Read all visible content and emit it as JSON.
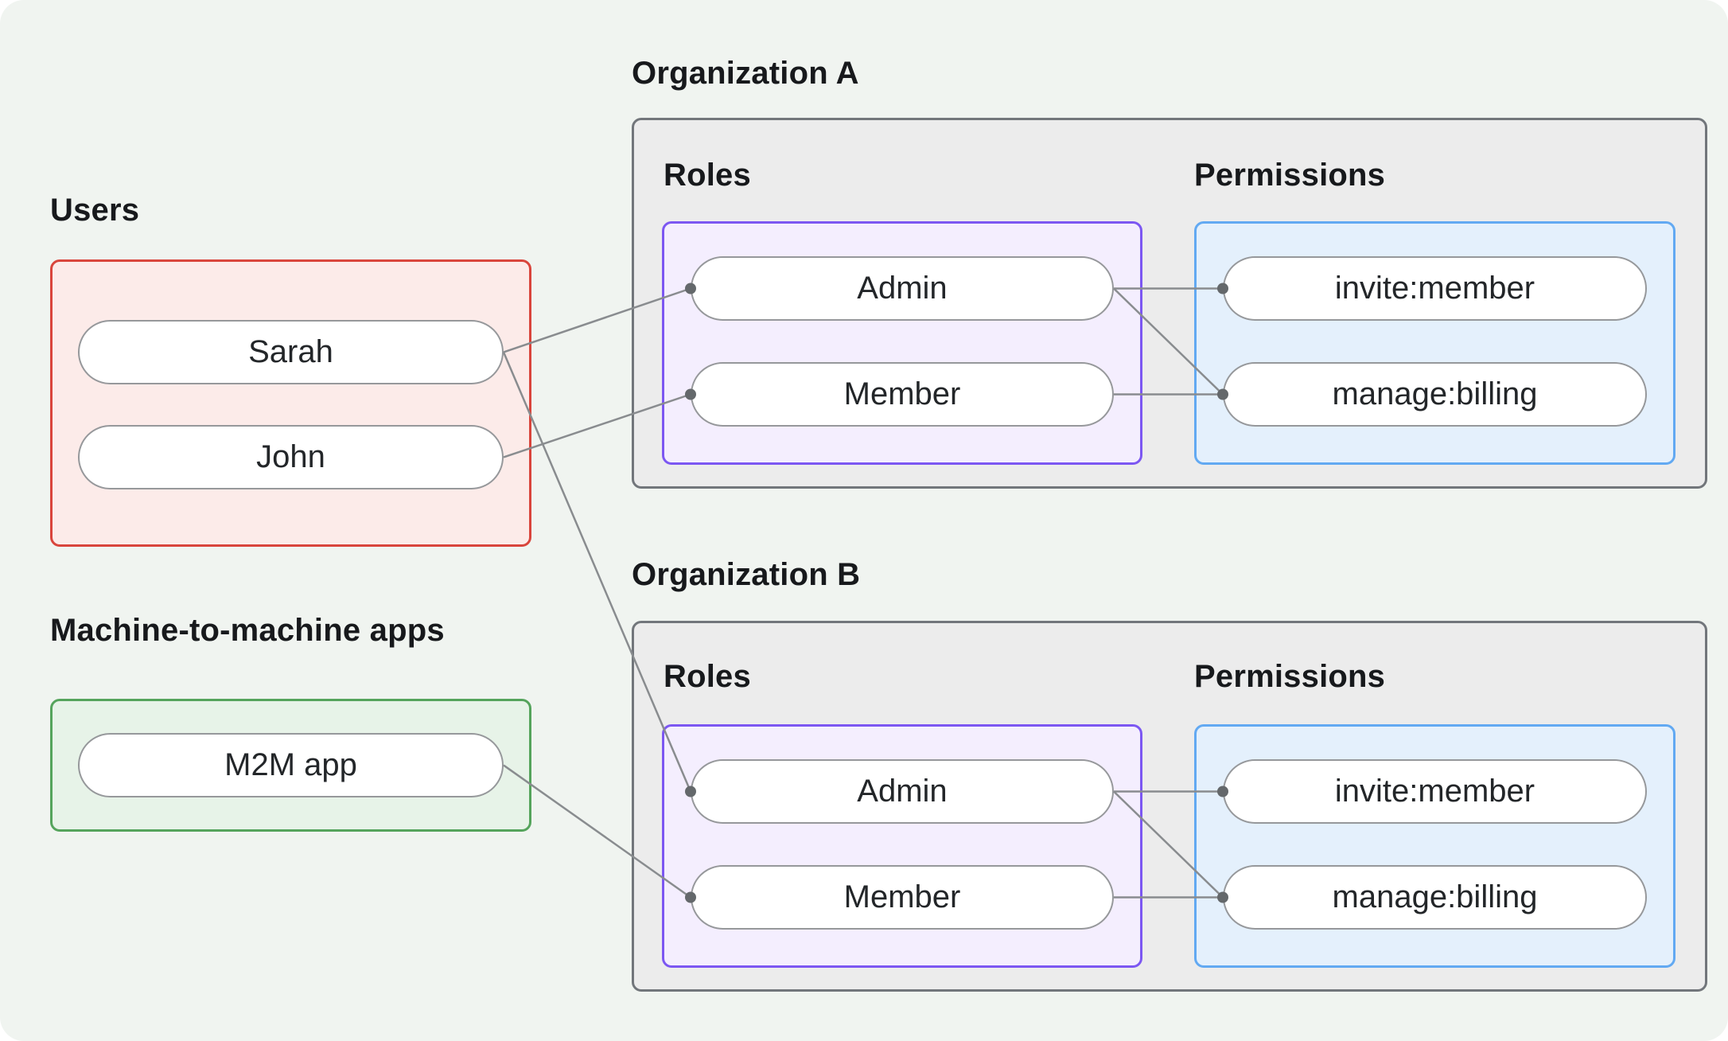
{
  "page": {
    "bg": "#f0f4f0"
  },
  "users_group": {
    "label": "Users",
    "items": [
      {
        "id": "sarah",
        "label": "Sarah"
      },
      {
        "id": "john",
        "label": "John"
      }
    ]
  },
  "m2m_group": {
    "label": "Machine-to-machine apps",
    "items": [
      {
        "id": "m2m-app",
        "label": "M2M app"
      }
    ]
  },
  "org_a": {
    "label": "Organization A",
    "roles_label": "Roles",
    "permissions_label": "Permissions",
    "roles": [
      {
        "id": "orgA-admin",
        "label": "Admin"
      },
      {
        "id": "orgA-member",
        "label": "Member"
      }
    ],
    "permissions": [
      {
        "id": "orgA-invite",
        "label": "invite:member"
      },
      {
        "id": "orgA-billing",
        "label": "manage:billing"
      }
    ]
  },
  "org_b": {
    "label": "Organization B",
    "roles_label": "Roles",
    "permissions_label": "Permissions",
    "roles": [
      {
        "id": "orgB-admin",
        "label": "Admin"
      },
      {
        "id": "orgB-member",
        "label": "Member"
      }
    ],
    "permissions": [
      {
        "id": "orgB-invite",
        "label": "invite:member"
      },
      {
        "id": "orgB-billing",
        "label": "manage:billing"
      }
    ]
  },
  "edges": [
    {
      "from": "sarah",
      "to": "orgA-admin"
    },
    {
      "from": "john",
      "to": "orgA-member"
    },
    {
      "from": "sarah",
      "to": "orgB-admin"
    },
    {
      "from": "m2m-app",
      "to": "orgB-member"
    },
    {
      "from": "orgA-admin",
      "to": "orgA-invite"
    },
    {
      "from": "orgA-admin",
      "to": "orgA-billing"
    },
    {
      "from": "orgA-member",
      "to": "orgA-billing"
    },
    {
      "from": "orgB-admin",
      "to": "orgB-invite"
    },
    {
      "from": "orgB-admin",
      "to": "orgB-billing"
    },
    {
      "from": "orgB-member",
      "to": "orgB-billing"
    }
  ],
  "colors": {
    "page_bg": "#f0f4f0",
    "line": "#898c8f",
    "dot": "#64686b",
    "users_border": "#d9453c",
    "users_fill": "#fcebe9",
    "m2m_border": "#55a45c",
    "m2m_fill": "#e7f3e8",
    "org_border": "#72767b",
    "org_fill": "#ececec",
    "roles_border": "#7c57f2",
    "roles_fill": "#f4eefe",
    "permissions_border": "#62a9f2",
    "permissions_fill": "#e4f0fc"
  }
}
